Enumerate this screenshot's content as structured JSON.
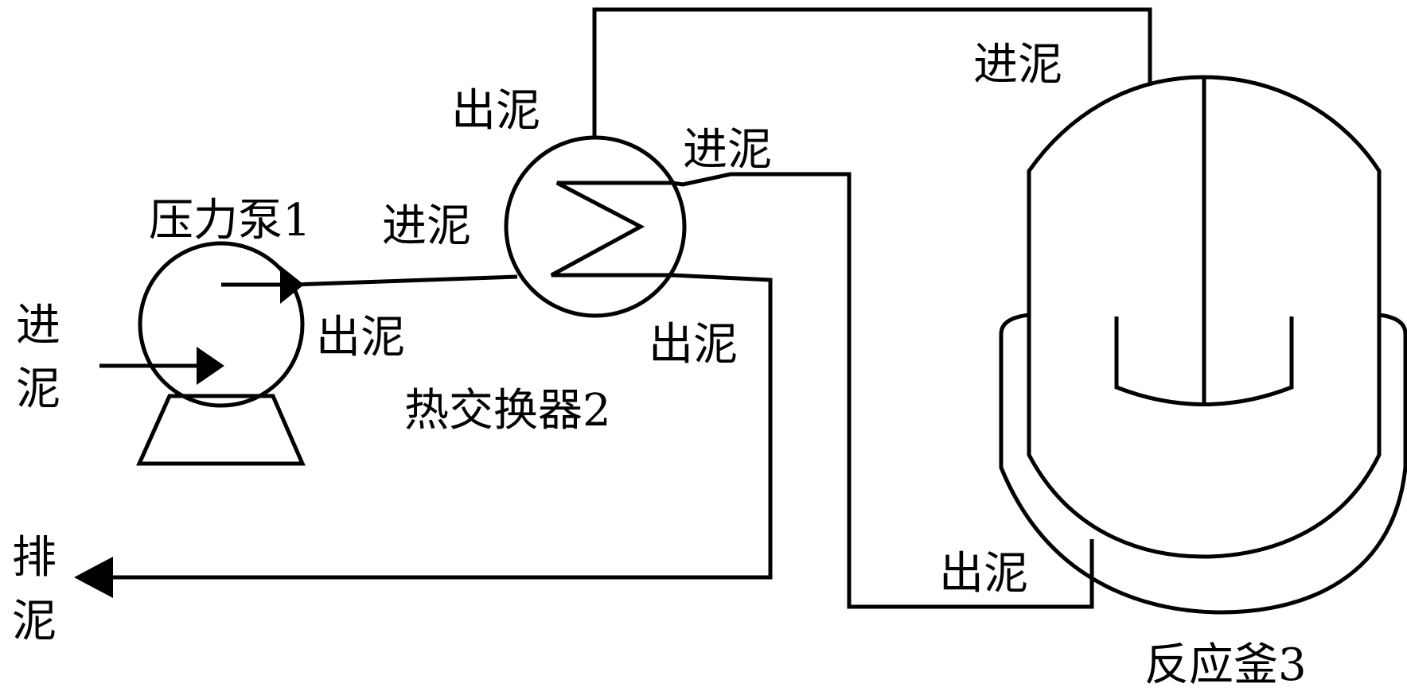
{
  "labels": {
    "pump": "压力泵1",
    "heat_exchanger": "热交换器2",
    "reactor": "反应釜3",
    "pump_inlet_char1": "进",
    "pump_inlet_char2": "泥",
    "pump_outlet": "出泥",
    "hx_inlet_left": "进泥",
    "hx_outlet_top": "出泥",
    "hx_inlet_right": "进泥",
    "hx_outlet_bottom": "出泥",
    "reactor_inlet": "进泥",
    "reactor_outlet": "出泥",
    "discharge_char1": "排",
    "discharge_char2": "泥"
  },
  "colors": {
    "stroke": "#000000",
    "background": "#ffffff"
  }
}
